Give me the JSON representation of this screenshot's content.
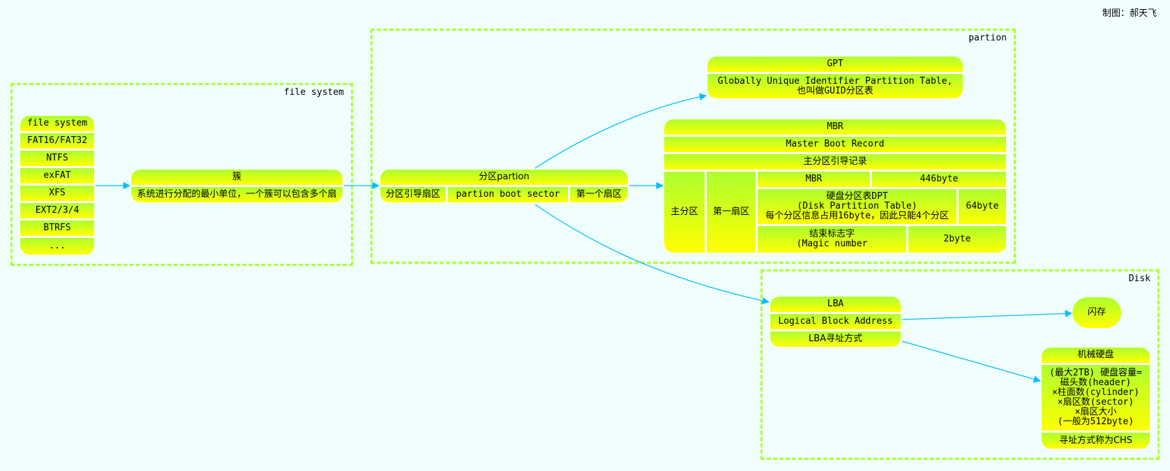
{
  "credit": "制图：郝天飞",
  "colors": {
    "cluster_border": "#adff2f",
    "gradient_top": "#adff2f",
    "gradient_bottom": "#ffff00",
    "edge": "#00bfff",
    "background": "#f0fffe"
  },
  "clusters": {
    "file_system": "file system",
    "partion": "partion",
    "disk": "Disk"
  },
  "fs_list": {
    "title": "file system",
    "items": [
      "FAT16/FAT32",
      "NTFS",
      "exFAT",
      "XFS",
      "EXT2/3/4",
      "BTRFS",
      "..."
    ]
  },
  "cluster_node": {
    "title": "簇",
    "desc": "系统进行分配的最小单位，一个簇可以包含多个扇"
  },
  "partition_node": {
    "title": "分区partion",
    "cells": [
      "分区引导扇区",
      "partion boot sector",
      "第一个扇区"
    ]
  },
  "gpt": {
    "title": "GPT",
    "desc": "Globally Unique Identifier Partition Table,\n也叫做GUID分区表"
  },
  "mbr": {
    "title": "MBR",
    "full": "Master Boot Record",
    "sub": "主分区引导记录",
    "primary": "主分区",
    "first_sector": "第一扇区",
    "rows": [
      {
        "name": "MBR",
        "size": "446byte"
      },
      {
        "name": "硬盘分区表DPT\n(Disk Partition Table)\n每个分区信息占用16byte，因此只能4个分区",
        "size": "64byte"
      },
      {
        "name": "结束标志字\n(Magic number",
        "size": "2byte"
      }
    ]
  },
  "lba": {
    "title": "LBA",
    "full": "Logical Block Address",
    "desc": "LBA寻址方式"
  },
  "flash": "闪存",
  "hdd": {
    "title": "机械硬盘",
    "desc": "(最大2TB) 硬盘容量=\n磁头数(header)\n×柱面数(cylinder)\n×扇区数(sector)\n×扇区大小\n(一般为512byte)",
    "addr": "寻址方式称为CHS"
  }
}
